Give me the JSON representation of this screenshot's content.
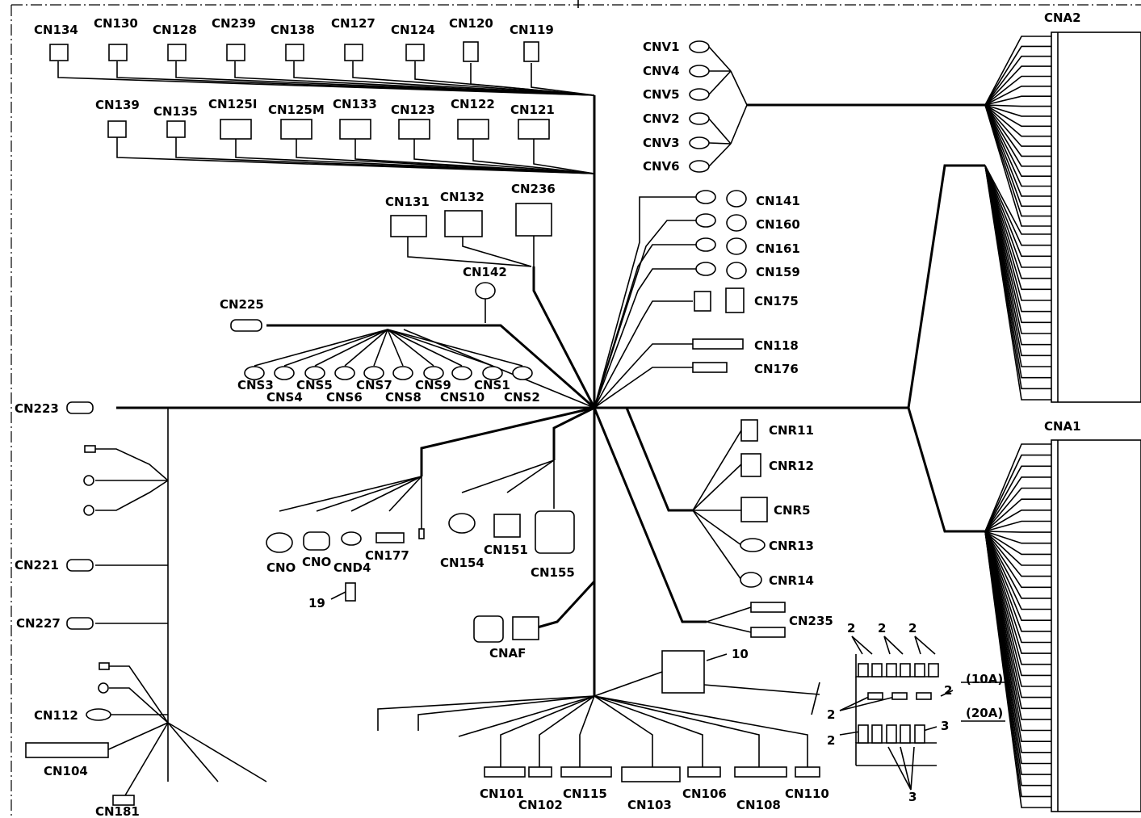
{
  "connectors_top_row1": [
    "CN134",
    "CN130",
    "CN128",
    "CN239",
    "CN138",
    "CN127",
    "CN124",
    "CN120",
    "CN119"
  ],
  "connectors_top_row2": [
    "CN139",
    "CN135",
    "CN125I",
    "CN125M",
    "CN133",
    "CN123",
    "CN122",
    "CN121"
  ],
  "connectors_mid": [
    "CN131",
    "CN132",
    "CN236",
    "CN142",
    "CN225"
  ],
  "cns_upper": [
    "CNS3",
    "CNS5",
    "CNS7",
    "CNS9",
    "CNS1"
  ],
  "cns_lower": [
    "CNS4",
    "CNS6",
    "CNS8",
    "CNS10",
    "CNS2"
  ],
  "cnv": [
    "CNV1",
    "CNV4",
    "CNV5",
    "CNV2",
    "CNV3",
    "CNV6"
  ],
  "right_group": [
    "CN141",
    "CN160",
    "CN161",
    "CN159",
    "CN175",
    "CN118",
    "CN176"
  ],
  "cnr_group": [
    "CNR11",
    "CNR12",
    "CNR5",
    "CNR13",
    "CNR14",
    "CN235"
  ],
  "cna": [
    "CNA2",
    "CNA1"
  ],
  "left_group": [
    "CN223",
    "CN221",
    "CN227",
    "CN112",
    "CN104",
    "CN181"
  ],
  "center_group": [
    "CNO",
    "CNO",
    "CND4",
    "CN177",
    "CN154",
    "CN151",
    "CN155",
    "CNAF"
  ],
  "bottom_group": [
    "CN101",
    "CN102",
    "CN115",
    "CN103",
    "CN106",
    "CN108",
    "CN110"
  ],
  "callouts": [
    "19",
    "10",
    "2",
    "2",
    "2",
    "2",
    "2",
    "2",
    "3",
    "3"
  ],
  "fuse_ratings": [
    "(10A)",
    "(20A)"
  ]
}
